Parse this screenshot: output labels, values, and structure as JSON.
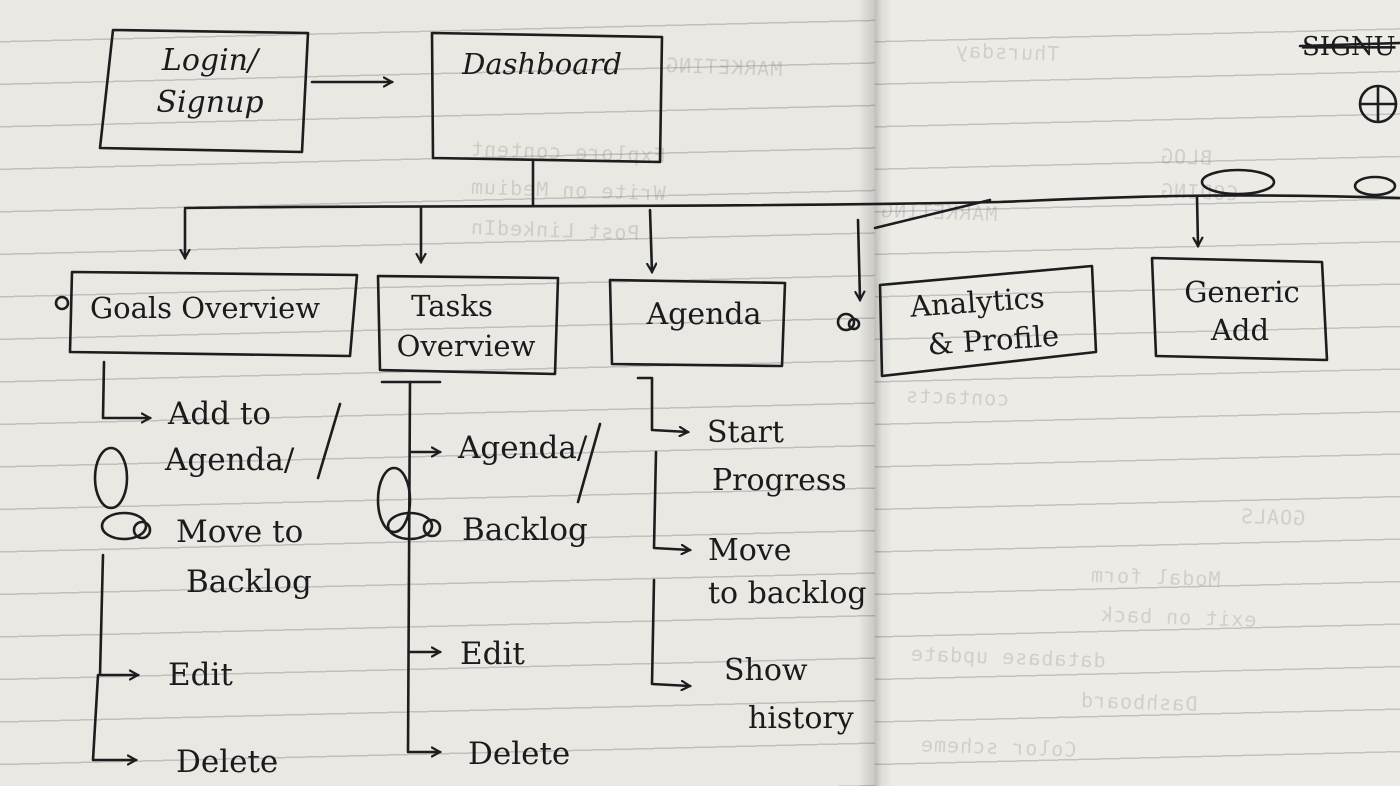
{
  "nodes": {
    "login": {
      "line1": "Login/",
      "line2": "Signup"
    },
    "dashboard": {
      "label": "Dashboard"
    },
    "goals": {
      "label": "Goals Overview"
    },
    "tasks": {
      "line1": "Tasks",
      "line2": "Overview"
    },
    "agenda": {
      "label": "Agenda"
    },
    "analytics": {
      "line1": "Analytics",
      "line2": "& Profile"
    },
    "generic": {
      "line1": "Generic",
      "line2": "Add"
    }
  },
  "goals_actions": {
    "add_to_agenda_1": "Add to",
    "add_to_agenda_2": "Agenda/",
    "move_to_backlog_1": "Move to",
    "move_to_backlog_2": "Backlog",
    "edit": "Edit",
    "delete": "Delete"
  },
  "tasks_actions": {
    "agenda": "Agenda/",
    "backlog": "Backlog",
    "edit": "Edit",
    "delete": "Delete"
  },
  "agenda_actions": {
    "start_progress_1": "Start",
    "start_progress_2": "Progress",
    "move_to_backlog_1": "Move",
    "move_to_backlog_2": "to backlog",
    "show_history_1": "Show",
    "show_history_2": "history"
  },
  "bleed_through": {
    "left_1": "MARKETING",
    "left_2": "Explore content",
    "left_3": "Write on Medium",
    "left_4": "Post LinkedIn",
    "right_1": "Thursday",
    "right_2": "BLOG",
    "right_3": "CODING",
    "right_4": "MARKETING",
    "right_5": "contacts",
    "right_6": "GOALS",
    "right_7": "Modal form",
    "right_8": "exit on back",
    "right_9": "database update",
    "right_10": "Dashboard",
    "right_11": "Color scheme",
    "right_corner": "SIGNU"
  }
}
